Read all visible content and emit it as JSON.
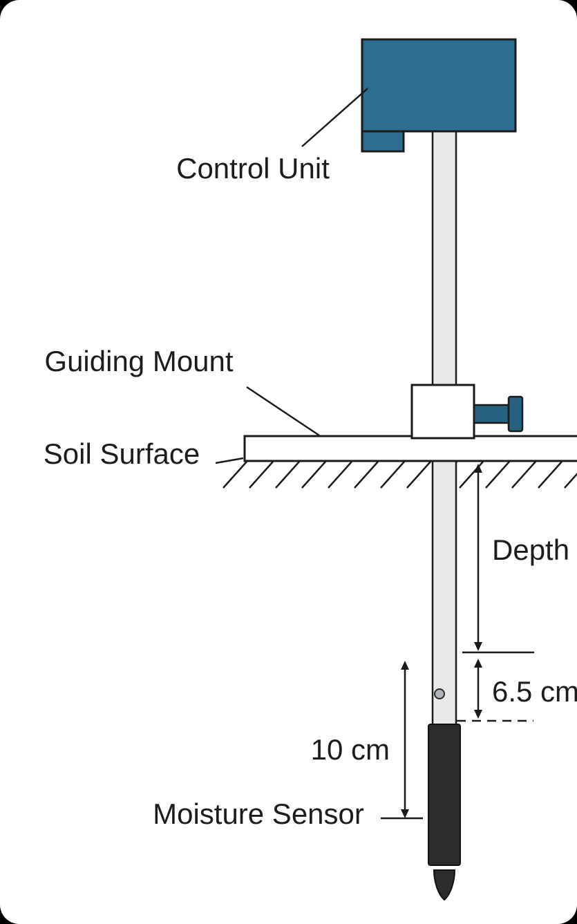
{
  "figure": {
    "type": "technical-diagram",
    "subject": "Soil moisture probe installation schematic",
    "labels": {
      "control_unit": "Control Unit",
      "guiding_mount": "Guiding Mount",
      "soil_surface": "Soil Surface",
      "depth": "Depth",
      "sensor_offset": "6.5 cm",
      "sensor_length": "10 cm",
      "moisture_sensor": "Moisture Sensor"
    },
    "measurements": {
      "sensor_offset_cm": 6.5,
      "sensor_length_cm": 10
    },
    "colors": {
      "control_unit_fill": "#2d6e90",
      "knob_fill": "#26617f",
      "shaft_fill": "#e9e9e9",
      "mount_fill": "#ffffff",
      "soil_bar_fill": "#ffffff",
      "sensor_fill": "#2c2c2e",
      "pin_fill": "#aeb4b9",
      "line": "#1a1a1a",
      "background": "#ffffff"
    }
  }
}
